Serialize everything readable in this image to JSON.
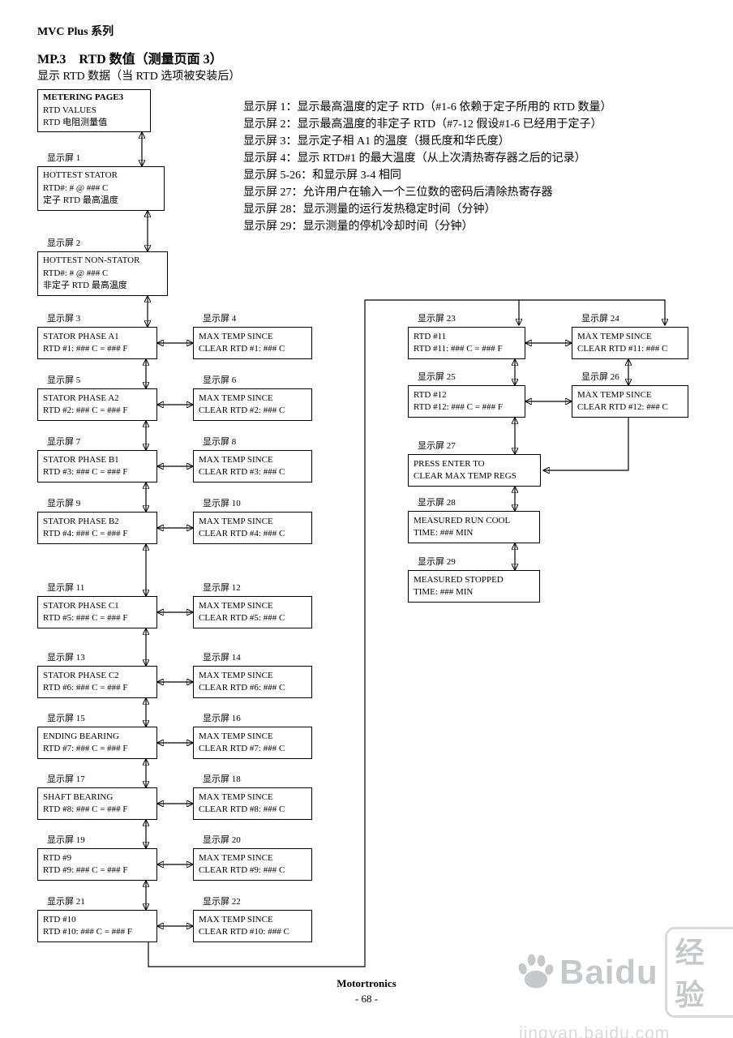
{
  "page": {
    "series_header": "MVC Plus 系列",
    "title": "MP.3　RTD 数值（测量页面 3）",
    "subtitle": "显示 RTD 数据（当 RTD 选项被安装后）",
    "footer_brand": "Motortronics",
    "footer_page_number": "- 68 -"
  },
  "descriptions": [
    "显示屏 1：显示最高温度的定子 RTD（#1-6 依赖于定子所用的 RTD 数量）",
    "显示屏 2：显示最高温度的非定子 RTD（#7-12 假设#1-6 已经用于定子）",
    "显示屏 3：显示定子相 A1 的温度（摄氏度和华氏度）",
    "显示屏 4：显示 RTD#1 的最大温度（从上次清热寄存器之后的记录）",
    "显示屏 5-26：和显示屏 3-4 相同",
    "显示屏 27：允许用户在输入一个三位数的密码后清除热寄存器",
    "显示屏 28：显示测量的运行发热稳定时间（分钟）",
    "显示屏 29：显示测量的停机冷却时间（分钟）"
  ],
  "screens": [
    {
      "id": "metering",
      "label": "",
      "lines": [
        "METERING PAGE3",
        "RTD VALUES",
        "RTD 电阻测量值"
      ],
      "bold_first": true
    },
    {
      "id": "s1",
      "label": "显示屏 1",
      "lines": [
        "HOTTEST STATOR",
        "RTD#: # @ ### C",
        "定子 RTD 最高温度"
      ]
    },
    {
      "id": "s2",
      "label": "显示屏 2",
      "lines": [
        "HOTTEST NON-STATOR",
        "RTD#: # @ ### C",
        "非定子 RTD 最高温度"
      ]
    },
    {
      "id": "s3",
      "label": "显示屏 3",
      "lines": [
        "STATOR PHASE A1",
        "RTD #1: ### C = ### F"
      ]
    },
    {
      "id": "s4",
      "label": "显示屏 4",
      "lines": [
        "MAX TEMP SINCE",
        "CLEAR RTD #1: ### C"
      ]
    },
    {
      "id": "s5",
      "label": "显示屏 5",
      "lines": [
        "STATOR PHASE A2",
        "RTD #2: ### C = ### F"
      ]
    },
    {
      "id": "s6",
      "label": "显示屏 6",
      "lines": [
        "MAX TEMP SINCE",
        "CLEAR RTD #2: ### C"
      ]
    },
    {
      "id": "s7",
      "label": "显示屏 7",
      "lines": [
        "STATOR PHASE B1",
        "RTD #3: ### C = ### F"
      ]
    },
    {
      "id": "s8",
      "label": "显示屏 8",
      "lines": [
        "MAX TEMP SINCE",
        "CLEAR RTD #3: ### C"
      ]
    },
    {
      "id": "s9",
      "label": "显示屏 9",
      "lines": [
        "STATOR PHASE B2",
        "RTD #4: ### C = ### F"
      ]
    },
    {
      "id": "s10",
      "label": "显示屏 10",
      "lines": [
        "MAX TEMP SINCE",
        "CLEAR RTD #4: ### C"
      ]
    },
    {
      "id": "s11",
      "label": "显示屏 11",
      "lines": [
        "STATOR PHASE C1",
        "RTD #5: ### C = ### F"
      ]
    },
    {
      "id": "s12",
      "label": "显示屏 12",
      "lines": [
        "MAX TEMP SINCE",
        "CLEAR RTD #5: ### C"
      ]
    },
    {
      "id": "s13",
      "label": "显示屏 13",
      "lines": [
        "STATOR PHASE C2",
        "RTD #6: ### C = ### F"
      ]
    },
    {
      "id": "s14",
      "label": "显示屏 14",
      "lines": [
        "MAX TEMP SINCE",
        "CLEAR RTD #6: ### C"
      ]
    },
    {
      "id": "s15",
      "label": "显示屏 15",
      "lines": [
        "ENDING BEARING",
        "RTD #7: ### C = ### F"
      ]
    },
    {
      "id": "s16",
      "label": "显示屏 16",
      "lines": [
        "MAX TEMP SINCE",
        "CLEAR RTD #7: ### C"
      ]
    },
    {
      "id": "s17",
      "label": "显示屏 17",
      "lines": [
        "SHAFT BEARING",
        "RTD #8: ### C = ### F"
      ]
    },
    {
      "id": "s18",
      "label": "显示屏 18",
      "lines": [
        "MAX TEMP SINCE",
        "CLEAR RTD #8: ### C"
      ]
    },
    {
      "id": "s19",
      "label": "显示屏 19",
      "lines": [
        "RTD #9",
        "RTD #9: ### C = ### F"
      ]
    },
    {
      "id": "s20",
      "label": "显示屏 20",
      "lines": [
        "MAX TEMP SINCE",
        "CLEAR RTD #9: ### C"
      ]
    },
    {
      "id": "s21",
      "label": "显示屏 21",
      "lines": [
        "RTD #10",
        "RTD #10: ### C = ### F"
      ]
    },
    {
      "id": "s22",
      "label": "显示屏 22",
      "lines": [
        "MAX TEMP SINCE",
        "CLEAR RTD #10: ### C"
      ]
    },
    {
      "id": "s23",
      "label": "显示屏 23",
      "lines": [
        "RTD #11",
        "RTD #11: ### C = ### F"
      ]
    },
    {
      "id": "s24",
      "label": "显示屏 24",
      "lines": [
        "MAX TEMP SINCE",
        "CLEAR RTD #11: ### C"
      ]
    },
    {
      "id": "s25",
      "label": "显示屏 25",
      "lines": [
        "RTD #12",
        "RTD #12: ### C = ### F"
      ]
    },
    {
      "id": "s26",
      "label": "显示屏 26",
      "lines": [
        "MAX TEMP SINCE",
        "CLEAR RTD #12: ### C"
      ]
    },
    {
      "id": "s27",
      "label": "显示屏 27",
      "lines": [
        "PRESS ENTER TO",
        "CLEAR MAX TEMP REGS"
      ]
    },
    {
      "id": "s28",
      "label": "显示屏 28",
      "lines": [
        "MEASURED RUN COOL",
        "TIME: ### MIN"
      ]
    },
    {
      "id": "s29",
      "label": "显示屏 29",
      "lines": [
        "MEASURED STOPPED",
        "TIME: ### MIN"
      ]
    }
  ],
  "watermark": {
    "brand": "Baidu",
    "brand_cn": "经验",
    "url": "jingyan.baidu.com"
  }
}
